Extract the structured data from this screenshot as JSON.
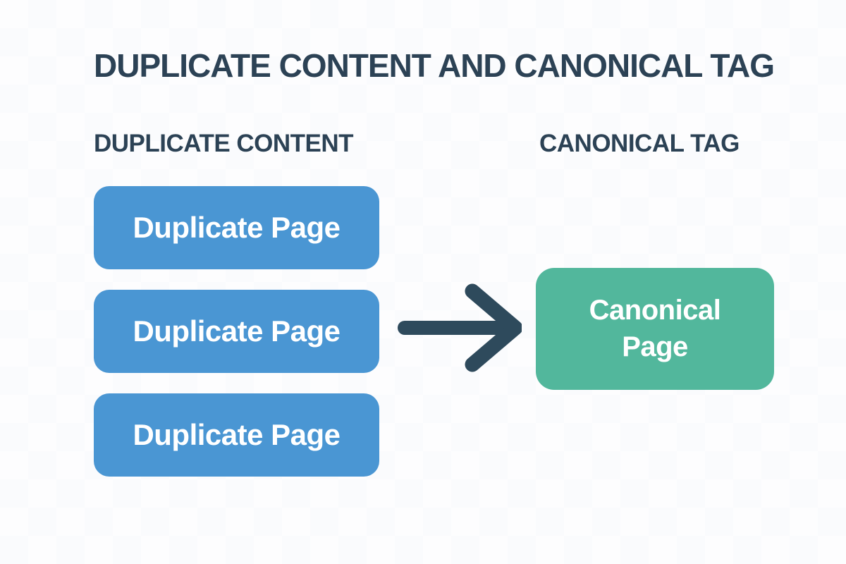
{
  "title": "DUPLICATE CONTENT AND CANONICAL TAG",
  "colors": {
    "heading_text": "#2c4255",
    "duplicate_box": "#4a96d3",
    "canonical_box": "#52b79c",
    "box_text": "#ffffff",
    "arrow": "#2e4a5c",
    "background": "#fdfdfe"
  },
  "left_column": {
    "heading": "DUPLICATE CONTENT",
    "boxes": [
      {
        "label": "Duplicate Page"
      },
      {
        "label": "Duplicate Page"
      },
      {
        "label": "Duplicate Page"
      }
    ]
  },
  "right_column": {
    "heading": "CANONICAL TAG",
    "box": {
      "label": "Canonical Page"
    }
  }
}
